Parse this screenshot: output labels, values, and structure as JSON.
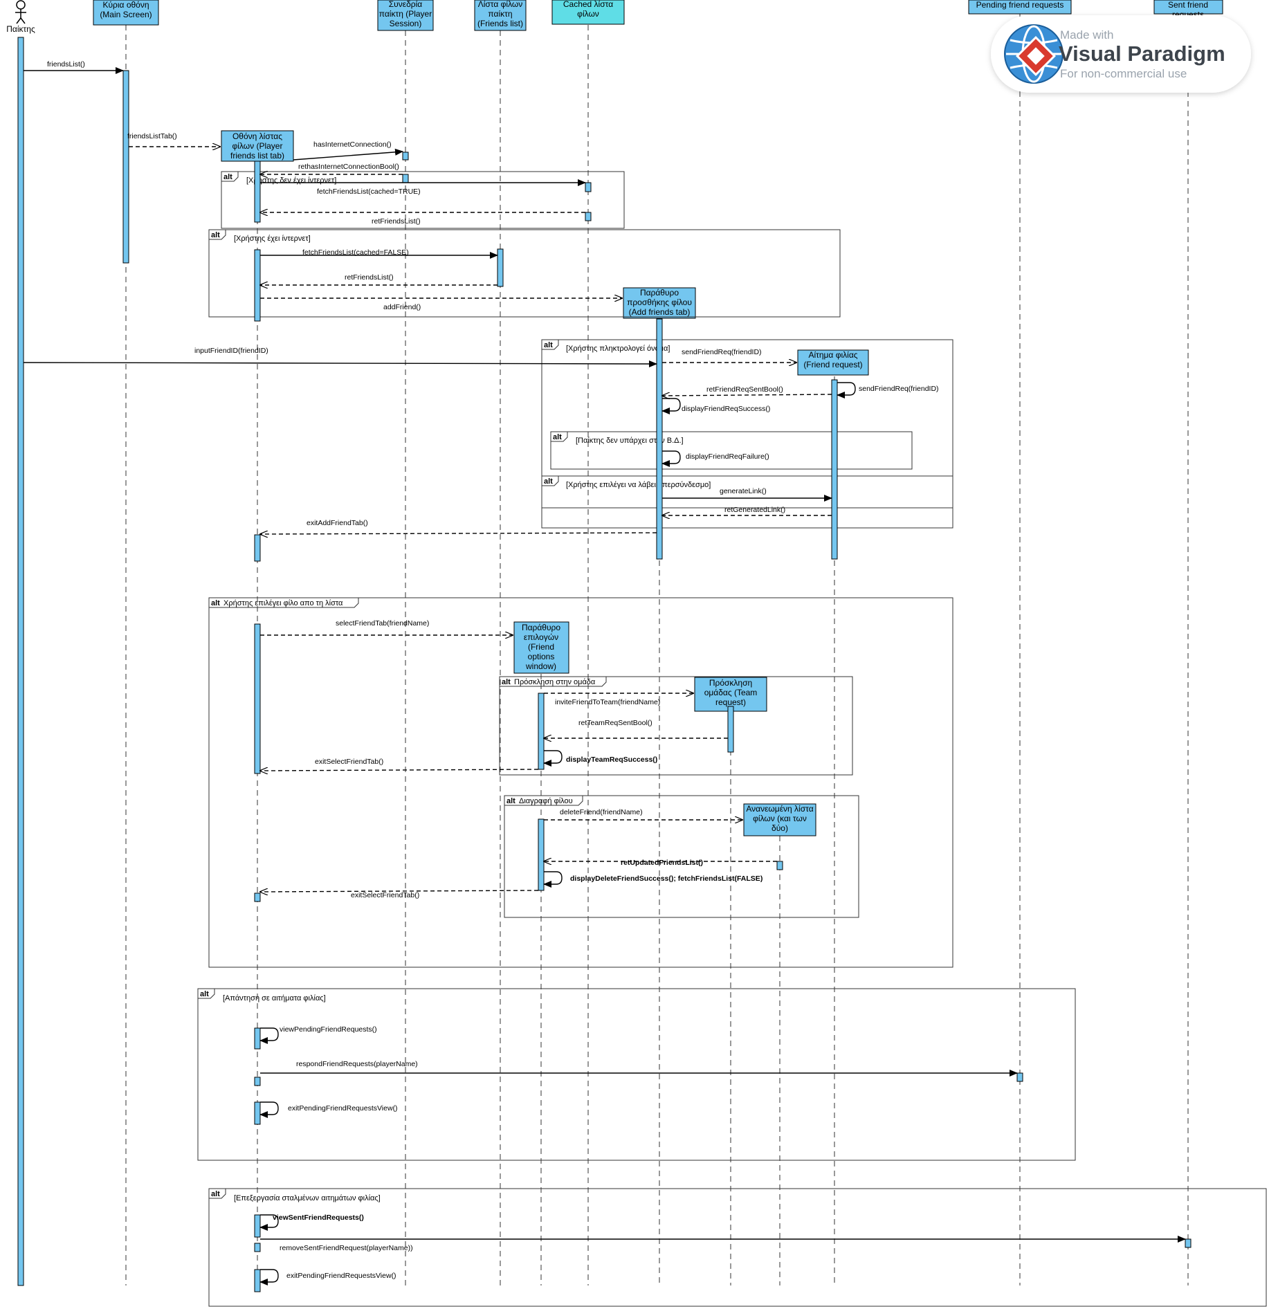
{
  "actor": {
    "label": "Παίκτης"
  },
  "participants": [
    {
      "id": "main",
      "lines": [
        "Κύρια οθόνη",
        "(Main Screen)"
      ]
    },
    {
      "id": "fltab",
      "lines": [
        "Οθόνη λίστας",
        "φίλων (Player",
        "friends list tab)"
      ]
    },
    {
      "id": "session",
      "lines": [
        "Συνεδρία",
        "παίκτη (Player",
        "Session)"
      ]
    },
    {
      "id": "flist",
      "lines": [
        "Λίστα φίλων",
        "παίκτη",
        "(Friends list)"
      ]
    },
    {
      "id": "cached",
      "lines": [
        "Cached λίστα",
        "φίλων"
      ]
    },
    {
      "id": "addtab",
      "lines": [
        "Παράθυρο",
        "προσθήκης φίλου",
        "(Add friends tab)"
      ]
    },
    {
      "id": "freq",
      "lines": [
        "Αίτημα φιλίας",
        "(Friend request)"
      ]
    },
    {
      "id": "options",
      "lines": [
        "Παράθυρο",
        "επιλογών",
        "(Friend",
        "options",
        "window)"
      ]
    },
    {
      "id": "teamreq",
      "lines": [
        "Πρόσκληση",
        "ομάδας (Team",
        "request)"
      ]
    },
    {
      "id": "updated",
      "lines": [
        "Ανανεωμένη λίστα",
        "φίλων (και των",
        "δύο)"
      ]
    },
    {
      "id": "pending",
      "lines": [
        "Pending friend requests"
      ]
    },
    {
      "id": "sent",
      "lines": [
        "Sent friend",
        "requests"
      ]
    }
  ],
  "fragments": [
    {
      "id": "f_nointernet",
      "operator": "alt",
      "guard": "[Χρήστης δεν έχει ίντερνετ]"
    },
    {
      "id": "f_internet",
      "operator": "alt",
      "guard": "[Χρήστης έχει ίντερνετ]"
    },
    {
      "id": "f_typename",
      "operator": "alt",
      "guard": "[Χρήστης πληκτρολογεί όνομα]"
    },
    {
      "id": "f_notindb",
      "operator": "alt",
      "guard": "[Παίκτης δεν υπάρχει στην Β.Δ.]"
    },
    {
      "id": "f_link",
      "operator": "alt",
      "guard": "[Χρήστης επιλέγει να λάβει υπερσύνδεσμο]"
    },
    {
      "id": "f_select",
      "operator": "alt",
      "guard": "Χρήστης επιλέγει φίλο απο τη λίστα"
    },
    {
      "id": "f_invite",
      "operator": "alt",
      "guard": "Πρόσκληση στην ομάδα"
    },
    {
      "id": "f_delete",
      "operator": "alt",
      "guard": "Διαγραφή φίλου"
    },
    {
      "id": "f_respond",
      "operator": "alt",
      "guard": "[Απάντηση σε αιτήματα φιλίας]"
    },
    {
      "id": "f_sent",
      "operator": "alt",
      "guard": "[Επεξεργασία σταλμένων αιτημάτων φιλίας]"
    }
  ],
  "messages": [
    {
      "id": "m1",
      "label": "friendsList()"
    },
    {
      "id": "m2",
      "label": "friendsListTab()"
    },
    {
      "id": "m3",
      "label": "hasInternetConnection()"
    },
    {
      "id": "m4",
      "label": "rethasInternetConnectionBool()"
    },
    {
      "id": "m5",
      "label": "fetchFriendsList(cached=TRUE)"
    },
    {
      "id": "m6",
      "label": "retFriendsList()"
    },
    {
      "id": "m7",
      "label": "fetchFriendsList(cached=FALSE)"
    },
    {
      "id": "m8",
      "label": "retFriendsList()"
    },
    {
      "id": "m9",
      "label": "addFriend()"
    },
    {
      "id": "m10",
      "label": "inputFriendID(friendID)"
    },
    {
      "id": "m11",
      "label": "sendFriendReq(friendID)"
    },
    {
      "id": "m12",
      "label": "sendFriendReq(friendID)"
    },
    {
      "id": "m13",
      "label": "retFriendReqSentBool()"
    },
    {
      "id": "m14",
      "label": "displayFriendReqSuccess()"
    },
    {
      "id": "m15",
      "label": "displayFriendReqFailure()"
    },
    {
      "id": "m16",
      "label": "generateLink()"
    },
    {
      "id": "m17",
      "label": "retGeneratedLink()"
    },
    {
      "id": "m18",
      "label": "exitAddFriendTab()"
    },
    {
      "id": "m19",
      "label": "selectFriendTab(friendName)"
    },
    {
      "id": "m20",
      "label": "inviteFriendToTeam(friendName)"
    },
    {
      "id": "m21",
      "label": "retTeamReqSentBool()"
    },
    {
      "id": "m22",
      "label": "displayTeamReqSuccess()"
    },
    {
      "id": "m23",
      "label": "exitSelectFriendTab()"
    },
    {
      "id": "m24",
      "label": "deleteFriend(friendName)"
    },
    {
      "id": "m25",
      "label": "retUpdatedFriendsList()"
    },
    {
      "id": "m26",
      "label": "displayDeleteFriendSuccess(); fetchFriendsList(FALSE)"
    },
    {
      "id": "m27",
      "label": "exitSelectFriendTab()"
    },
    {
      "id": "m28",
      "label": "viewPendingFriendRequests()"
    },
    {
      "id": "m29",
      "label": "respondFriendRequests(playerName)"
    },
    {
      "id": "m30",
      "label": "exitPendingFriendRequestsView()"
    },
    {
      "id": "m31",
      "label": "viewSentFriendRequests()"
    },
    {
      "id": "m32",
      "label": "removeSentFriendRequest(playerName))"
    },
    {
      "id": "m33",
      "label": "exitPendingFriendRequestsView()"
    }
  ],
  "watermark": {
    "line1": "Made with",
    "line2": "Visual Paradigm",
    "line3": "For non-commercial use"
  },
  "colors": {
    "participant_fill": "#74c6ef",
    "cached_fill": "#5fdde6",
    "activation_fill": "#74c6ef",
    "line": "#000000",
    "lifeline": "#555555",
    "frame": "#333333"
  }
}
